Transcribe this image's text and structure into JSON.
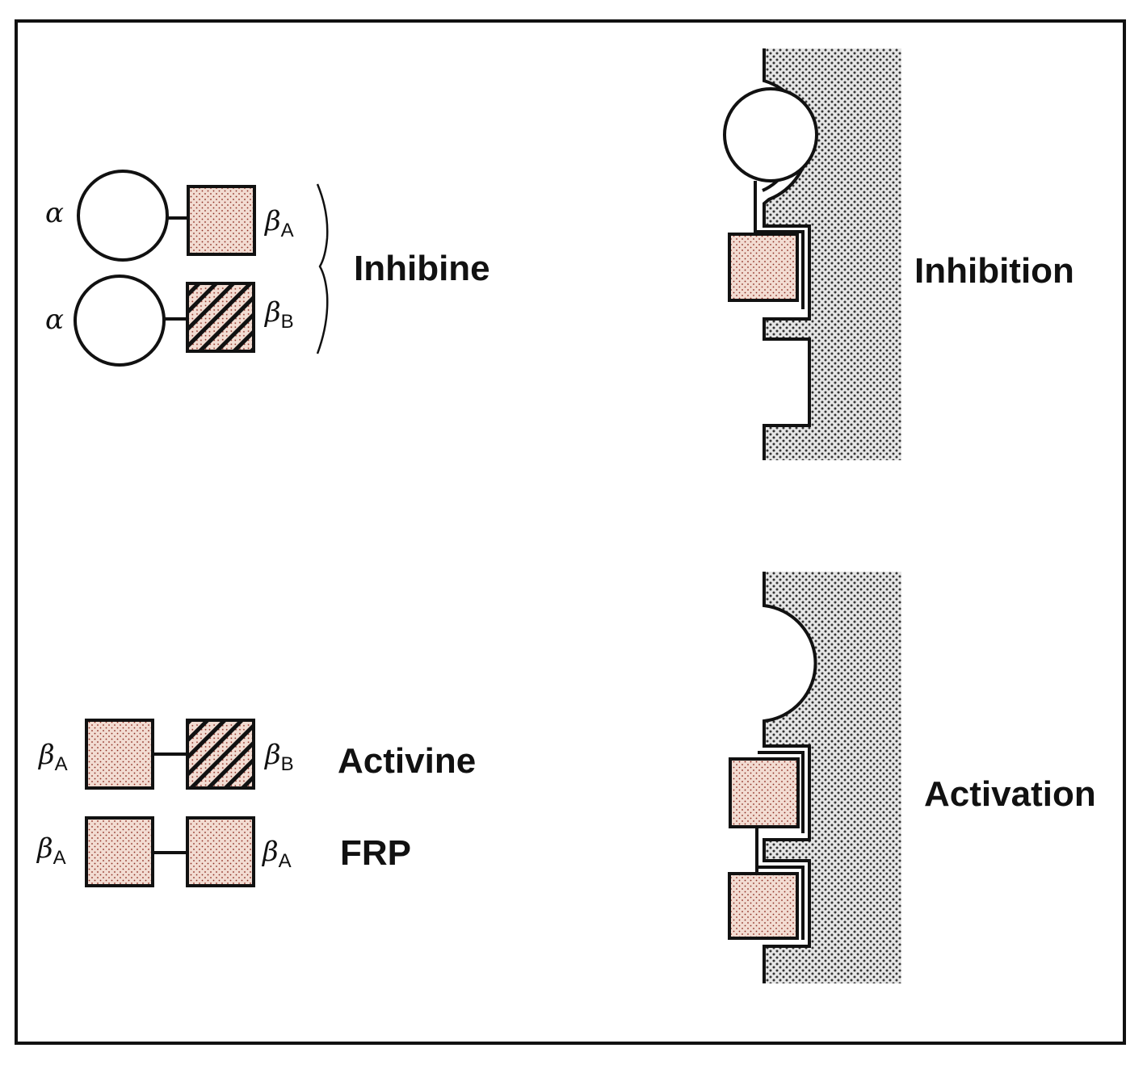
{
  "labels": {
    "inhibine": "Inhibine",
    "activine": "Activine",
    "frp": "FRP",
    "inhibition": "Inhibition",
    "activation": "Activation"
  },
  "greek": {
    "alpha": "α",
    "beta": "β"
  },
  "subscripts": {
    "a": "A",
    "b": "B"
  },
  "colors": {
    "ink": "#111111",
    "stipple_fill": "#f2dcd2",
    "stipple_dot": "#8b2a1e",
    "receptor_dot": "#333333"
  }
}
